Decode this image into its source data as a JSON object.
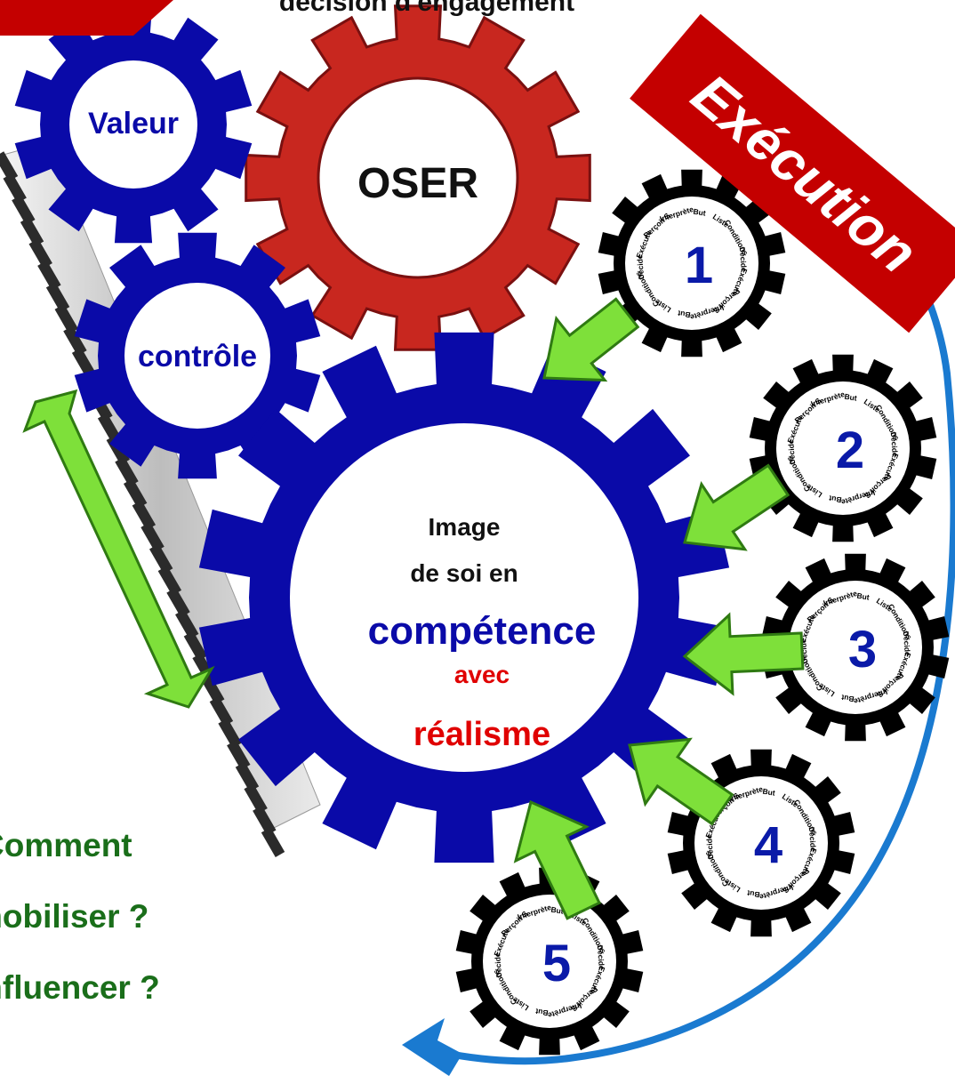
{
  "top_caption": "décision d'engagement",
  "banner": {
    "label": "Exécution",
    "color": "#c40000"
  },
  "gears": {
    "valeur": {
      "label": "Valeur",
      "color": "#0a0aa8"
    },
    "oser": {
      "label": "OSER",
      "color": "#c8271f"
    },
    "controle": {
      "label": "contrôle",
      "color": "#0a0aa8"
    }
  },
  "central": {
    "line1": "Image",
    "line2": "de soi en",
    "line3": "compétence",
    "line4": "avec",
    "line5": "réalisme",
    "colors": {
      "main": "#0a0aa8",
      "accent": "#e00000"
    }
  },
  "clock_words": [
    "But",
    "Liste",
    "Conditions",
    "Décide",
    "Exécute",
    "Perçoit S",
    "Interprète",
    "But",
    "Liste",
    "Conditions",
    "Décide",
    "Exécute",
    "Perçoit S",
    "Interprète"
  ],
  "steps": [
    "1",
    "2",
    "3",
    "4",
    "5"
  ],
  "questions": [
    "Comment",
    "mobiliser ?",
    "influencer ?"
  ],
  "colors": {
    "arrow_green": "#7ee03a",
    "arrow_outline": "#2f7a12",
    "curve_blue": "#1a7ad0",
    "question_green": "#1a6e1a"
  }
}
